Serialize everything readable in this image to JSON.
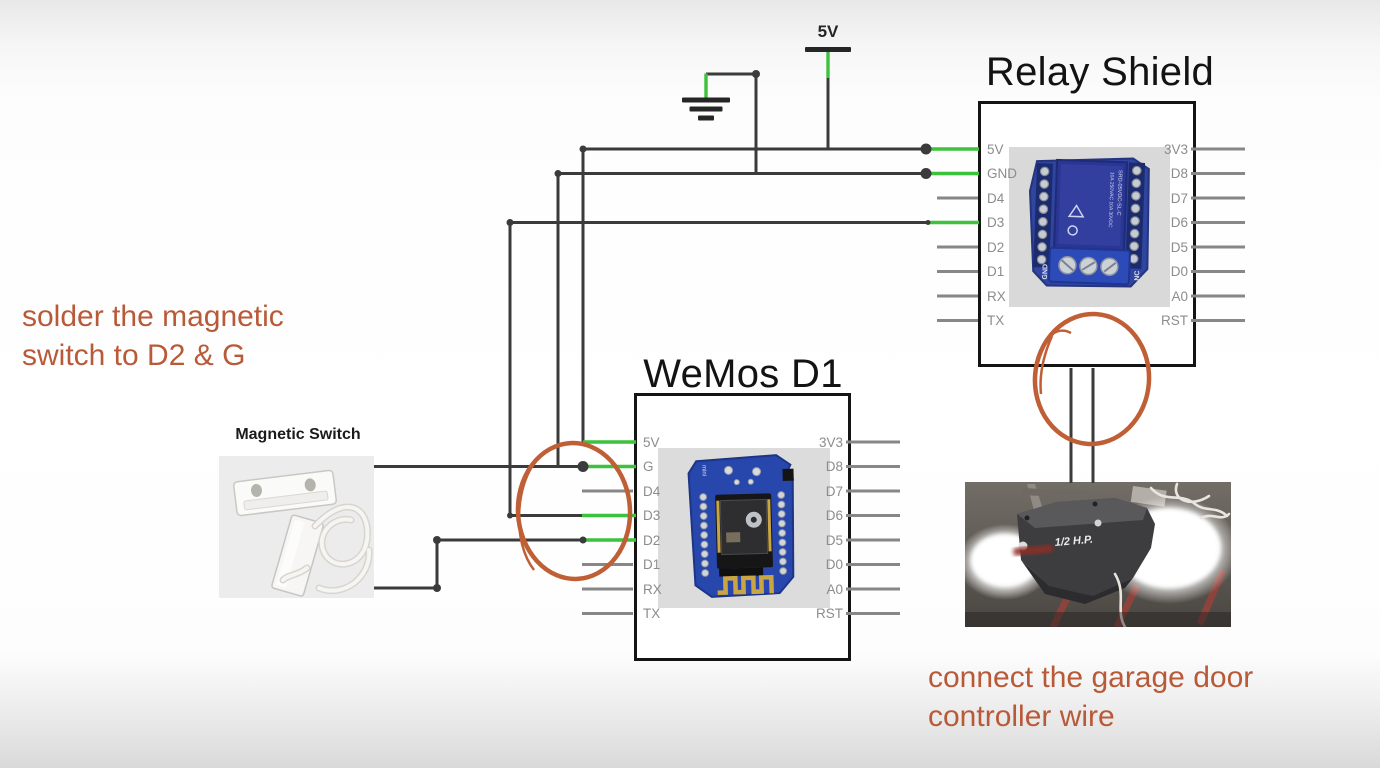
{
  "colors": {
    "wire": "#3b3b3b",
    "connection_green": "#3cc23c",
    "stub_gray": "#878787",
    "box_border": "#141414",
    "annotation_orange": "#b85a38",
    "highlight_circle_orange": "#c05e36",
    "pin_label_gray": "#8c8c8c"
  },
  "power": {
    "supply_label": "5V"
  },
  "relay": {
    "title": "Relay Shield",
    "pins_left": [
      "5V",
      "GND",
      "D4",
      "D3",
      "D2",
      "D1",
      "RX",
      "TX"
    ],
    "pins_right": [
      "3V3",
      "D8",
      "D7",
      "D6",
      "D5",
      "D0",
      "A0",
      "RST"
    ]
  },
  "wemos": {
    "title": "WeMos D1",
    "pins_left": [
      "5V",
      "G",
      "D4",
      "D3",
      "D2",
      "D1",
      "RX",
      "TX"
    ],
    "pins_right": [
      "3V3",
      "D8",
      "D7",
      "D6",
      "D5",
      "D0",
      "A0",
      "RST"
    ]
  },
  "magnetic_switch": {
    "label": "Magnetic Switch"
  },
  "garage": {
    "hp_label": "1/2 H.P."
  },
  "annotations": {
    "solder": {
      "line1": "solder the magnetic",
      "line2": "switch to D2 & G"
    },
    "connect": {
      "line1": "connect the garage door",
      "line2": "controller wire"
    }
  }
}
